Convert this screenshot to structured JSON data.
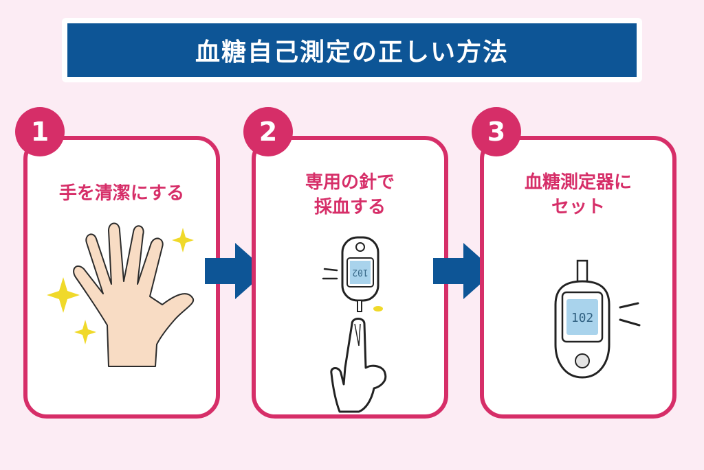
{
  "title": "血糖自己測定の正しい方法",
  "steps": [
    {
      "number": "1",
      "caption_lines": [
        "手を清潔にする"
      ]
    },
    {
      "number": "2",
      "caption_lines": [
        "専用の針で",
        "採血する"
      ]
    },
    {
      "number": "3",
      "caption_lines": [
        "血糖測定器に",
        "セット"
      ]
    }
  ],
  "meter_display": "102",
  "colors": {
    "accent": "#d62e68",
    "title_bg": "#0d5596",
    "page_bg": "#fcecf4",
    "arrow": "#0d5596",
    "sparkle": "#f0d92a",
    "skin": "#f8dcc4",
    "meter_screen": "#a9d3ec"
  }
}
